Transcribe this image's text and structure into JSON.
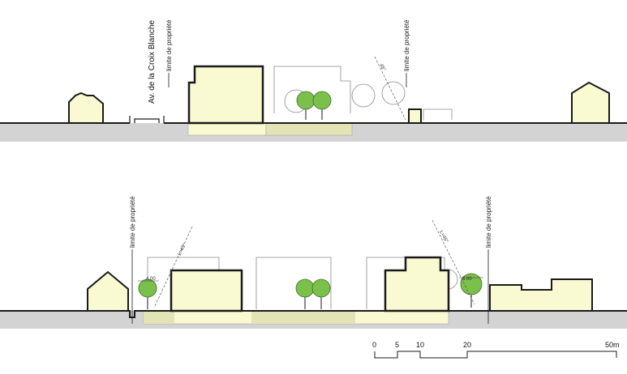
{
  "labels": {
    "street": "Av. de la Croix Blanche",
    "property_limit": "limite de propriété",
    "angle_top": "45°",
    "angle_bottom_left": "L=45°",
    "angle_bottom_right": "L=45°",
    "dim_left": "4.00",
    "dim_right": "5.00"
  },
  "scale_bar": {
    "ticks": [
      "0",
      "5",
      "10",
      "20",
      "50m"
    ]
  },
  "colors": {
    "ground": "#d3d3d3",
    "building": "#fafad2",
    "courtyard": "#e3e4b6",
    "tree": "#7cc04c",
    "outline": "#1a1a1a",
    "ghost": "#8a8a8a"
  }
}
